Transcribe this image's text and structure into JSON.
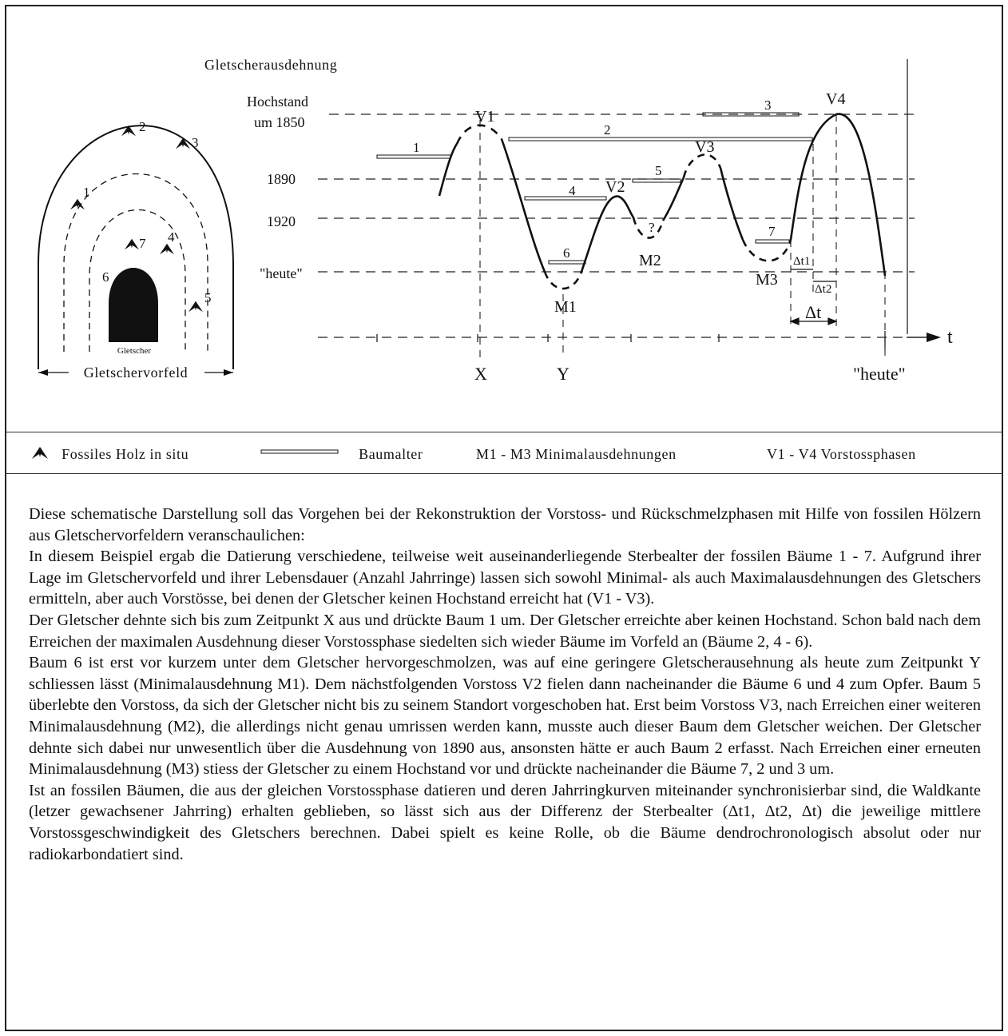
{
  "diagram": {
    "y_axis_label": "Gletscherausdehnung",
    "level_labels": [
      "Hochstand",
      "um 1850",
      "1890",
      "1920",
      "\"heute\""
    ],
    "time_axis_label": "t",
    "time_marks": [
      "X",
      "Y",
      "\"heute\""
    ],
    "peaks": [
      "V1",
      "V2",
      "V3",
      "V4"
    ],
    "minima": [
      "M1",
      "M2",
      "M3"
    ],
    "question_mark": "?",
    "tree_age_labels": [
      "1",
      "2",
      "3",
      "4",
      "5",
      "6",
      "7"
    ],
    "deltas": [
      "Δt1",
      "Δt2",
      "Δt"
    ],
    "forefield": {
      "tree_labels": [
        "1",
        "2",
        "3",
        "4",
        "5",
        "6",
        "7"
      ],
      "glacier_label": "Gletscher",
      "width_label": "Gletschervorfeld"
    }
  },
  "legend": {
    "fossil_wood": "Fossiles Holz in situ",
    "tree_age": "Baumalter",
    "minima": "M1 - M3  Minimalausdehnungen",
    "advances": "V1 - V4  Vorstossphasen"
  },
  "text": {
    "p1": "Diese schematische Darstellung soll das Vorgehen bei der Rekonstruktion der Vorstoss- und Rückschmelzphasen mit Hilfe von fossilen Hölzern aus Gletschervorfeldern veranschaulichen:",
    "p2": "In diesem Beispiel ergab die Datierung verschiedene, teilweise weit auseinanderliegende Sterbealter der fossilen Bäume 1 - 7. Aufgrund ihrer Lage im Gletschervorfeld und ihrer Lebensdauer (Anzahl Jahrringe) lassen sich sowohl Minimal- als auch Maximalausdehnungen des Gletschers ermitteln, aber auch Vorstösse, bei denen der Gletscher keinen Hochstand erreicht hat (V1 - V3).",
    "p3": "Der Gletscher dehnte sich bis zum Zeitpunkt X aus und drückte Baum 1 um. Der Gletscher erreichte aber keinen Hochstand. Schon bald nach dem Erreichen der maximalen Ausdehnung dieser Vorstossphase siedelten sich wieder Bäume im Vorfeld an (Bäume 2, 4 - 6).",
    "p4": "Baum 6 ist erst vor kurzem unter dem Gletscher hervorgeschmolzen, was auf eine geringere Gletscherausehnung als heute zum Zeitpunkt Y schliessen lässt (Minimalausdehnung M1). Dem nächstfolgenden Vorstoss V2 fielen dann nacheinander die Bäume 6 und 4 zum Opfer. Baum 5 überlebte den Vorstoss, da sich der Gletscher nicht bis zu seinem Standort vorgeschoben hat. Erst beim Vorstoss V3, nach Erreichen einer weiteren Minimalausdehnung (M2), die allerdings nicht genau umrissen werden kann, musste auch dieser Baum dem Gletscher weichen. Der Gletscher dehnte sich dabei nur unwesentlich über die Ausdehnung von 1890 aus, ansonsten hätte er auch Baum 2 erfasst. Nach Erreichen einer erneuten Minimalausdehnung (M3) stiess der Gletscher zu einem Hochstand vor und drückte nacheinander die Bäume 7, 2 und 3 um.",
    "p5": "Ist an fossilen Bäumen, die aus der gleichen Vorstossphase datieren und deren Jahrringkurven miteinander synchronisierbar sind, die Waldkante (letzer gewachsener Jahrring) erhalten geblieben, so lässt sich aus der Differenz der Sterbealter (Δt1, Δt2, Δt) die jeweilige mittlere Vorstossgeschwindigkeit des Gletschers berechnen. Dabei spielt es keine Rolle, ob die Bäume dendrochronologisch absolut oder nur radiokarbondatiert sind."
  }
}
